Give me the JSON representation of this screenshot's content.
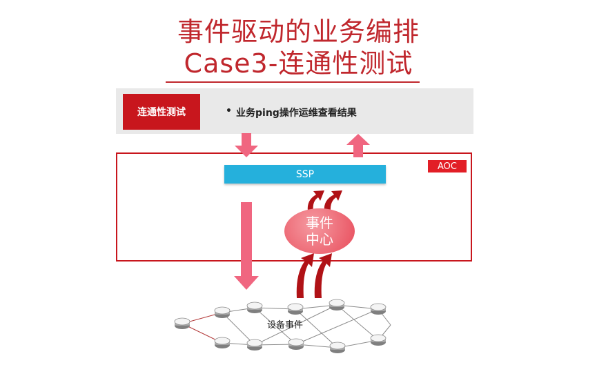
{
  "title": {
    "line1": "事件驱动的业务编排",
    "line2": "Case3-连通性测试"
  },
  "band": {
    "label": "连通性测试",
    "bullet": "•",
    "text": "业务ping操作运维查看结果"
  },
  "aoc": {
    "label": "AOC"
  },
  "ssp": {
    "label": "SSP"
  },
  "event_center": {
    "line1": "事件",
    "line2": "中心"
  },
  "device": {
    "label": "设备事件"
  },
  "colors": {
    "title_red": "#c0272d",
    "label_red": "#c8161d",
    "arrow_pink": "#f06680",
    "arrow_dark_red": "#b01216",
    "ssp_blue": "#25b0dc",
    "band_gray": "#e9e9e9"
  },
  "icons": [
    "router-icon",
    "block-arrow-down-icon",
    "block-arrow-up-icon",
    "curved-arrow-icon"
  ]
}
